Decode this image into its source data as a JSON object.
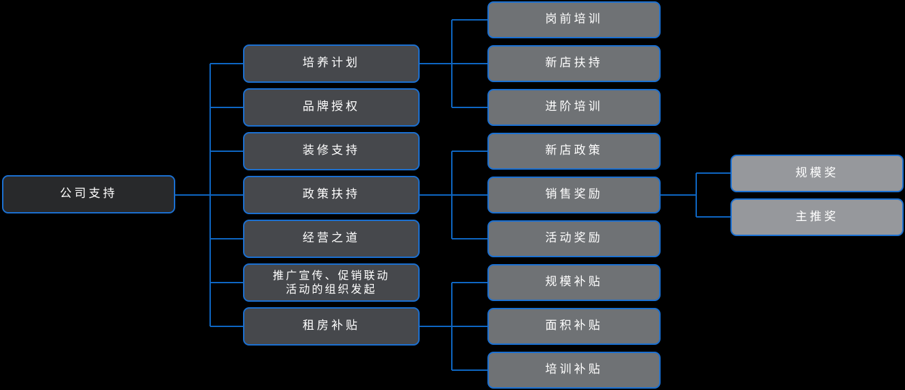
{
  "diagram": {
    "type": "mindmap-tree",
    "root": {
      "label": "公司支持"
    },
    "level2": [
      {
        "label": "培养计划"
      },
      {
        "label": "品牌授权"
      },
      {
        "label": "装修支持"
      },
      {
        "label": "政策扶持"
      },
      {
        "label": "经营之道"
      },
      {
        "label": "推广宣传、促销联动\n活动的组织发起"
      },
      {
        "label": "租房补贴"
      }
    ],
    "level3": [
      {
        "parent": "培养计划",
        "label": "岗前培训"
      },
      {
        "parent": "培养计划",
        "label": "新店扶持"
      },
      {
        "parent": "培养计划",
        "label": "进阶培训"
      },
      {
        "parent": "政策扶持",
        "label": "新店政策"
      },
      {
        "parent": "政策扶持",
        "label": "销售奖励"
      },
      {
        "parent": "政策扶持",
        "label": "活动奖励"
      },
      {
        "parent": "租房补贴",
        "label": "规模补贴"
      },
      {
        "parent": "租房补贴",
        "label": "面积补贴"
      },
      {
        "parent": "租房补贴",
        "label": "培训补贴"
      }
    ],
    "level4": [
      {
        "parent": "销售奖励",
        "label": "规模奖"
      },
      {
        "parent": "销售奖励",
        "label": "主推奖"
      }
    ],
    "colors": {
      "background": "#000000",
      "connector": "#0e67c4",
      "node_border": "#1b70d2",
      "root_fill": "#28292b",
      "level2_fill": "#46484c",
      "level3_fill": "#6f7275",
      "level4_fill": "#96989c",
      "text": "#ffffff"
    }
  }
}
